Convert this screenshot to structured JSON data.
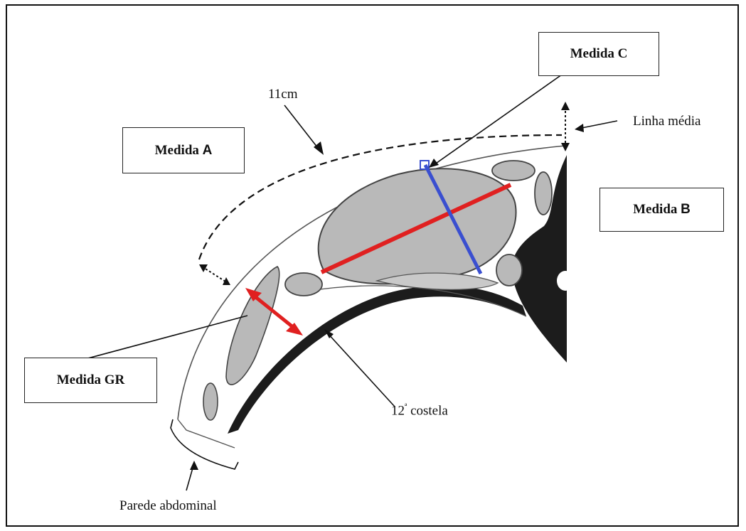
{
  "labels": {
    "medida_a_text": "Medida",
    "medida_a_letter": "A",
    "medida_b_text": "Medida",
    "medida_b_letter": "B",
    "medida_c": "Medida C",
    "medida_gr": "Medida GR",
    "arc_length": "11cm",
    "linha_media": "Linha média",
    "costela_number": "12",
    "costela_superscript": "ª",
    "costela_text": "costela",
    "parede_abdominal": "Parede abdominal"
  },
  "colors": {
    "red_measure": "#e02020",
    "blue_measure": "#3a4fd0",
    "kidney_fill": "#b9b9b9",
    "dark_tissue": "#1c1c1c",
    "outline": "#444444"
  }
}
